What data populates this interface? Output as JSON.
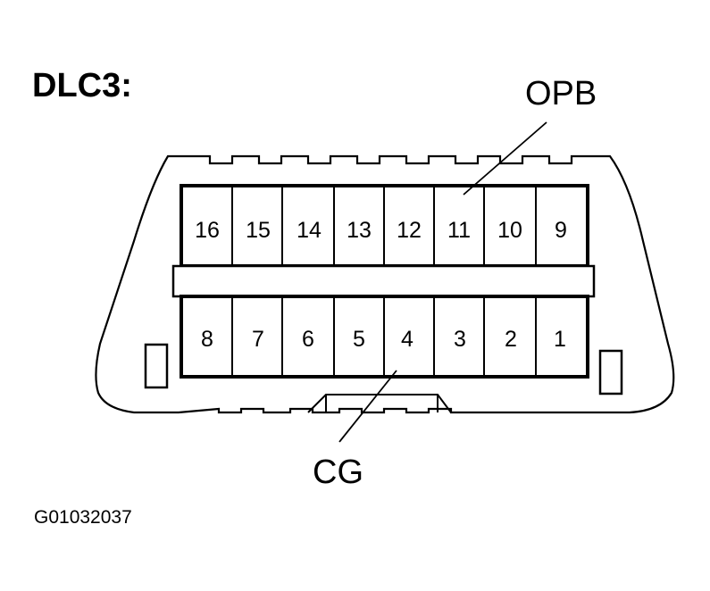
{
  "title": "DLC3:",
  "figure_code": "G01032037",
  "callouts": {
    "top": {
      "label": "OPB",
      "pin": "11"
    },
    "bottom": {
      "label": "CG",
      "pin": "4"
    }
  },
  "top_row": [
    "16",
    "15",
    "14",
    "13",
    "12",
    "11",
    "10",
    "9"
  ],
  "bottom_row": [
    "8",
    "7",
    "6",
    "5",
    "4",
    "3",
    "2",
    "1"
  ]
}
